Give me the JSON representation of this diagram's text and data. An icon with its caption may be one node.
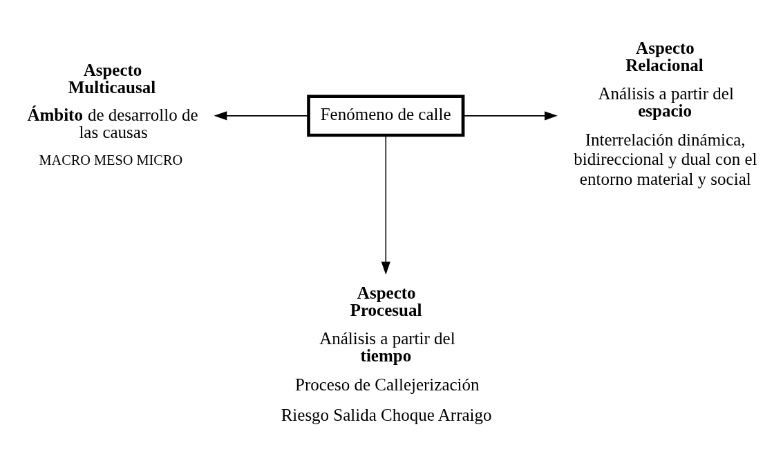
{
  "diagram": {
    "nodes": [
      {
        "text": [
          "Fenómeno de calle"
        ]
      },
      {
        "text": [
          "Aspecto Multicausal",
          "**Ámbito** de desarrollo de las causas",
          "MACRO MESO MICRO"
        ]
      },
      {
        "text": [
          "Aspecto Relacional",
          "Análisis a partir del **espacio**",
          "Interrelación dinámica, bidireccional y dual con el entorno material y social"
        ]
      },
      {
        "text": [
          "Aspecto Procesual",
          "Análisis a partir del **tiempo**",
          "Proceso de Callejerización",
          "Riesgo Salida Choque Arraigo"
        ]
      }
    ],
    "edges": [
      {
        "from": 0,
        "to": 1,
        "arrow": "to"
      },
      {
        "from": 0,
        "to": 2,
        "arrow": "to"
      },
      {
        "from": 0,
        "to": 3,
        "arrow": "to"
      }
    ]
  }
}
